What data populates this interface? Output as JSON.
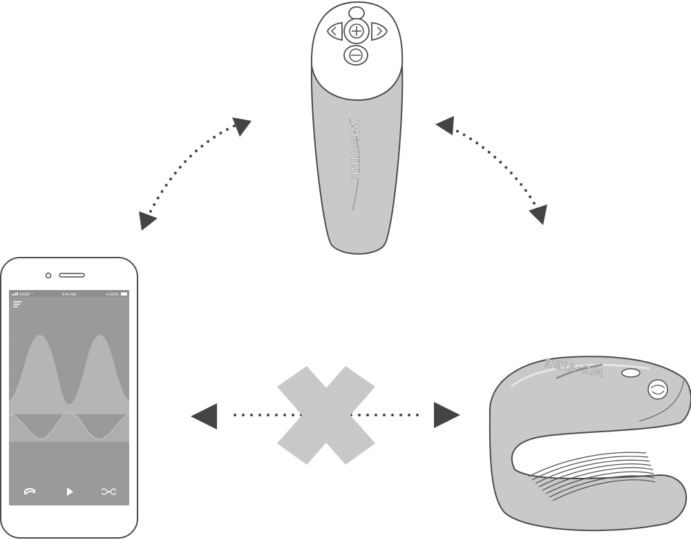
{
  "phone": {
    "status_carrier": "WOW",
    "status_time": "9:41 AM",
    "status_battery": "100%",
    "menu_icon": "hamburger-icon",
    "bottom_icons": [
      "device-icon",
      "play-icon",
      "wave-modes-icon"
    ]
  },
  "remote": {
    "brand": "WE-VIBE",
    "buttons": [
      "power-button",
      "left-button",
      "plus-button",
      "right-button",
      "minus-button"
    ]
  },
  "device": {
    "brand": "WE-VIBE"
  },
  "connections": {
    "phone_remote": "bidirectional",
    "remote_device": "bidirectional",
    "phone_device": "not-connected"
  },
  "colors": {
    "outline": "#4a4a4a",
    "device_fill": "#c9c9c9",
    "screen_fill": "#9a9a9a",
    "arrow": "#444444",
    "cross": "#c8c8c8"
  }
}
